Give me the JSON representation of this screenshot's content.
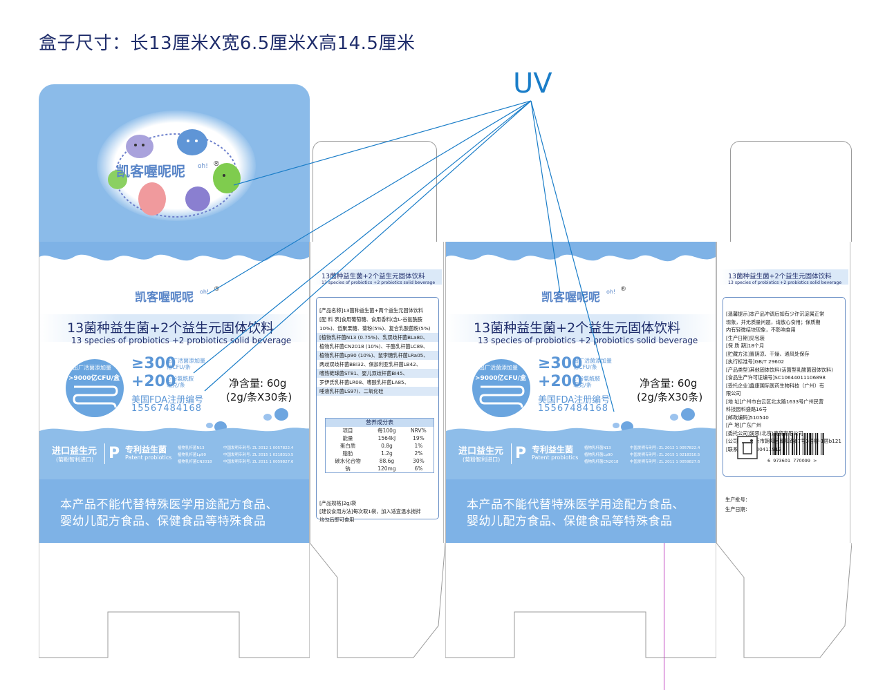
{
  "header": {
    "dimensions": "盒子尺寸：长13厘米X宽6.5厘米X高14.5厘米"
  },
  "annotation": {
    "uv": "UV"
  },
  "brand": {
    "logo_text": "凯客喔呢呢",
    "logo_oh": "oh!",
    "registered": "®"
  },
  "front": {
    "title_cn": "13菌种益生菌+2个益生元固体饮料",
    "title_en": "13 species of probiotics +2 probiotics solid beverage",
    "circle_top": "出厂活菌添加量",
    "circle_value": ">9000亿CFU/盒",
    "stat1_value": "≥300",
    "stat1_unit": "出厂活菌添加量\n亿CFU/条",
    "stat2_value": "+200",
    "stat2_unit": "L-谷氨酰胺\n毫克/条",
    "fda_label": "美国FDA注册编号",
    "fda_number": "15567484168",
    "net_label": "净含量: 60g",
    "net_detail": "(2g/条X30条)",
    "import_label": "进口益生元",
    "import_sub": "(菊粉智利进口)",
    "patent_label": "专利益生菌",
    "patent_en": "Patent probiotics",
    "patent_strains": [
      "植物乳杆菌N13",
      "植物乳杆菌Lp90",
      "植物乳杆菌CN2018"
    ],
    "patent_numbers": [
      "中国发明专利号: ZL 2012 1 0057822.4",
      "中国发明专利号: ZL 2015 1 0218310.5",
      "中国发明专利号: ZL 2011 1 0059827.6"
    ],
    "warning_1": "本产品不能代替特殊医学用途配方食品、",
    "warning_2": "婴幼儿配方食品、保健食品等特殊食品"
  },
  "side_left": {
    "title_cn": "13菌种益生菌+2个益生元固体饮料",
    "title_en": "13 species of probiotics +2 probiotics solid beverage",
    "ingredients": [
      "[产品名称]13菌种益生菌+两个益生元固体饮料",
      "[配 料 表]食用葡萄糖、食用香料(含L-谷氨酰胺",
      "10%)、低聚果糖、菊粉(5%)、复合乳酸菌粉(5%)",
      "[植物乳杆菌N13 (0.75%)、乳双歧杆菌BLa80、",
      "植物乳杆菌CN2018 (10%)、干酪乳杆菌LC89、",
      "植物乳杆菌Lp90 (10%)、鼠李糖乳杆菌LRa05、",
      "两歧双歧杆菌BBi32、保加利亚乳杆菌LB42、",
      "嗜热链球菌ST81、婴儿双歧杆菌BI45、",
      "罗伊氏乳杆菌LR08、嗜酸乳杆菌LA85、",
      "唾液乳杆菌LS97)、二氧化硅"
    ],
    "nutrition_title": "营养成分表",
    "nutrition_headers": [
      "项目",
      "每100g",
      "NRV%"
    ],
    "nutrition_rows": [
      [
        "能量",
        "1564kJ",
        "19%"
      ],
      [
        "蛋白质",
        "0.8g",
        "1%"
      ],
      [
        "脂肪",
        "1.2g",
        "2%"
      ],
      [
        "碳水化合物",
        "88.6g",
        "30%"
      ],
      [
        "钠",
        "120mg",
        "6%"
      ]
    ],
    "spec": "[产品规格]2g/袋",
    "usage_1": "[建议食用方法]每次取1袋，加入适宜温水搅拌",
    "usage_2": "均匀后即可食用"
  },
  "side_right": {
    "title_cn": "13菌种益生菌+2个益生元固体饮料",
    "title_en": "13 species of probiotics +2 probiotics solid beverage",
    "info": [
      "[温馨提示]本产品冲调后如有少许沉淀属正常",
      "现象，并无质量问题，请放心食用；保质期",
      "内有轻微结块现象，不影响食用",
      "[生产日期]见包装",
      "[保 质 期]18个月",
      "[贮藏方法]置阴凉、干燥、通风处保存",
      "[执行标准号]GB/T 29602",
      "[产品类型]其他固体饮料(活菌型乳酸菌固体饮料)",
      "[食品生产许可证编号]SC10644011106898",
      "[受托企业]鑫康国际医药生物科技（广州）有",
      "限公司",
      "[地    址]广州市白云区北太路1633号广州民营",
      "科技园科盛路16号",
      "[邮政编码]510540",
      "[产    地]广东广州",
      "[委托公司]润思(北京)商贸有限公司",
      "[公司地址]北京市朝阳区朝阳路67号3号楼-1层b121",
      "[联系方式]4000411912"
    ],
    "barcode_digits": "6  973601  770099  >",
    "batch_label": "生产批号：",
    "date_label": "生产日期："
  },
  "colors": {
    "box_blue": "#7eb2e6",
    "text_navy": "#1f2d6b",
    "uv_blue": "#1a7dc8"
  }
}
